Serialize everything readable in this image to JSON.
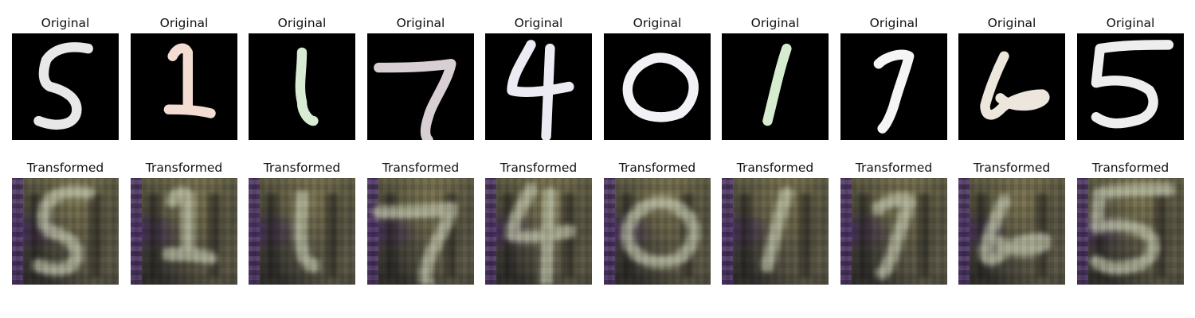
{
  "columns": [
    {
      "original_title": "Original",
      "transformed_title": "Transformed",
      "digit": "5",
      "stroke": "#e8e8e8"
    },
    {
      "original_title": "Original",
      "transformed_title": "Transformed",
      "digit": "1",
      "stroke": "#f3dcd2"
    },
    {
      "original_title": "Original",
      "transformed_title": "Transformed",
      "digit": "1",
      "stroke": "#d7ecd3"
    },
    {
      "original_title": "Original",
      "transformed_title": "Transformed",
      "digit": "7",
      "stroke": "#d8cfd4"
    },
    {
      "original_title": "Original",
      "transformed_title": "Transformed",
      "digit": "4",
      "stroke": "#ecebf3"
    },
    {
      "original_title": "Original",
      "transformed_title": "Transformed",
      "digit": "0",
      "stroke": "#f1f1f6"
    },
    {
      "original_title": "Original",
      "transformed_title": "Transformed",
      "digit": "1",
      "stroke": "#d6ecce"
    },
    {
      "original_title": "Original",
      "transformed_title": "Transformed",
      "digit": "7",
      "stroke": "#f5f5f5"
    },
    {
      "original_title": "Original",
      "transformed_title": "Transformed",
      "digit": "6",
      "stroke": "#ece6dc"
    },
    {
      "original_title": "Original",
      "transformed_title": "Transformed",
      "digit": "5",
      "stroke": "#eeeeee"
    }
  ]
}
